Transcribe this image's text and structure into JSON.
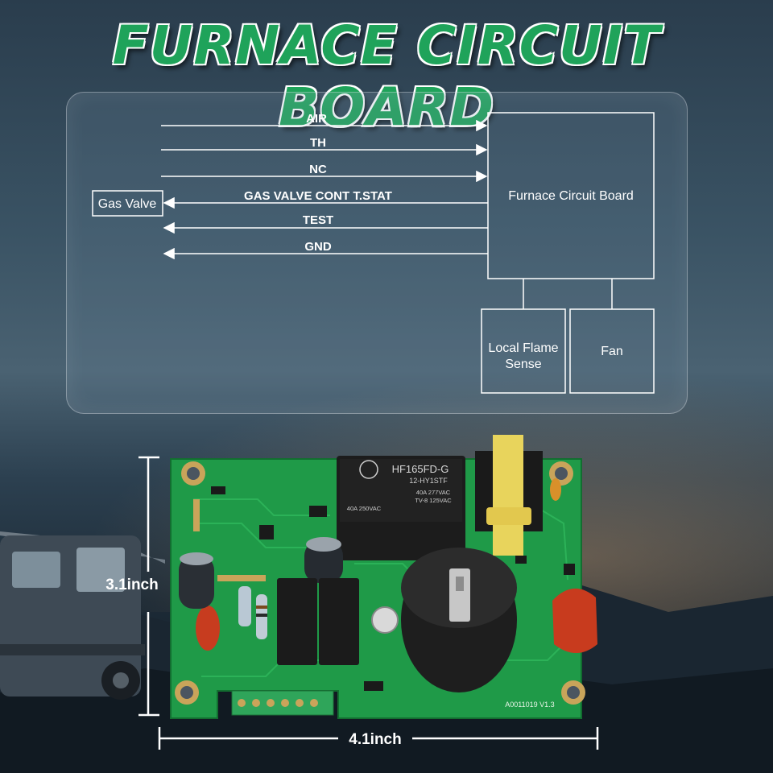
{
  "title": "FURNACE CIRCUIT BOARD",
  "diagram": {
    "signals": [
      {
        "label": "AIR",
        "direction": "in"
      },
      {
        "label": "TH",
        "direction": "in"
      },
      {
        "label": "NC",
        "direction": "in"
      },
      {
        "label": "GAS VALVE CONT T.STAT",
        "direction": "out"
      },
      {
        "label": "TEST",
        "direction": "out"
      },
      {
        "label": "GND",
        "direction": "out"
      }
    ],
    "main_box": "Furnace Circuit Board",
    "gas_valve_box": "Gas Valve",
    "flame_box_line1": "Local Flame",
    "flame_box_line2": "Sense",
    "fan_box": "Fan"
  },
  "board": {
    "relay_main_brand": "HF165FD-G",
    "relay_main_sub": "12-HY1STF",
    "relay_main_rating1": "40A 277VAC",
    "relay_main_rating2": "TV-8 125VAC",
    "relay_main_rating3": "40A 250VAC",
    "serial": "A0011019 V1.3"
  },
  "dimensions": {
    "height": "3.1inch",
    "width": "4.1inch"
  },
  "colors": {
    "pcb": "#1f9a48",
    "title": "#1fa35a"
  }
}
